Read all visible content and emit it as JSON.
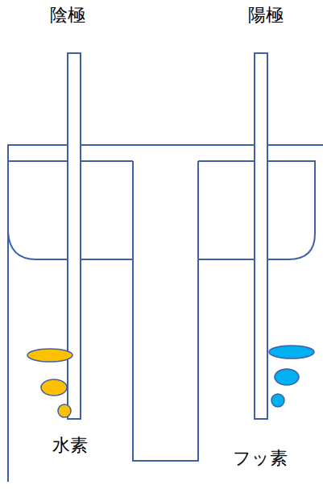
{
  "diagram": {
    "labels": [
      "陰極",
      "陽極",
      "水素",
      "フッ素"
    ]
  }
}
